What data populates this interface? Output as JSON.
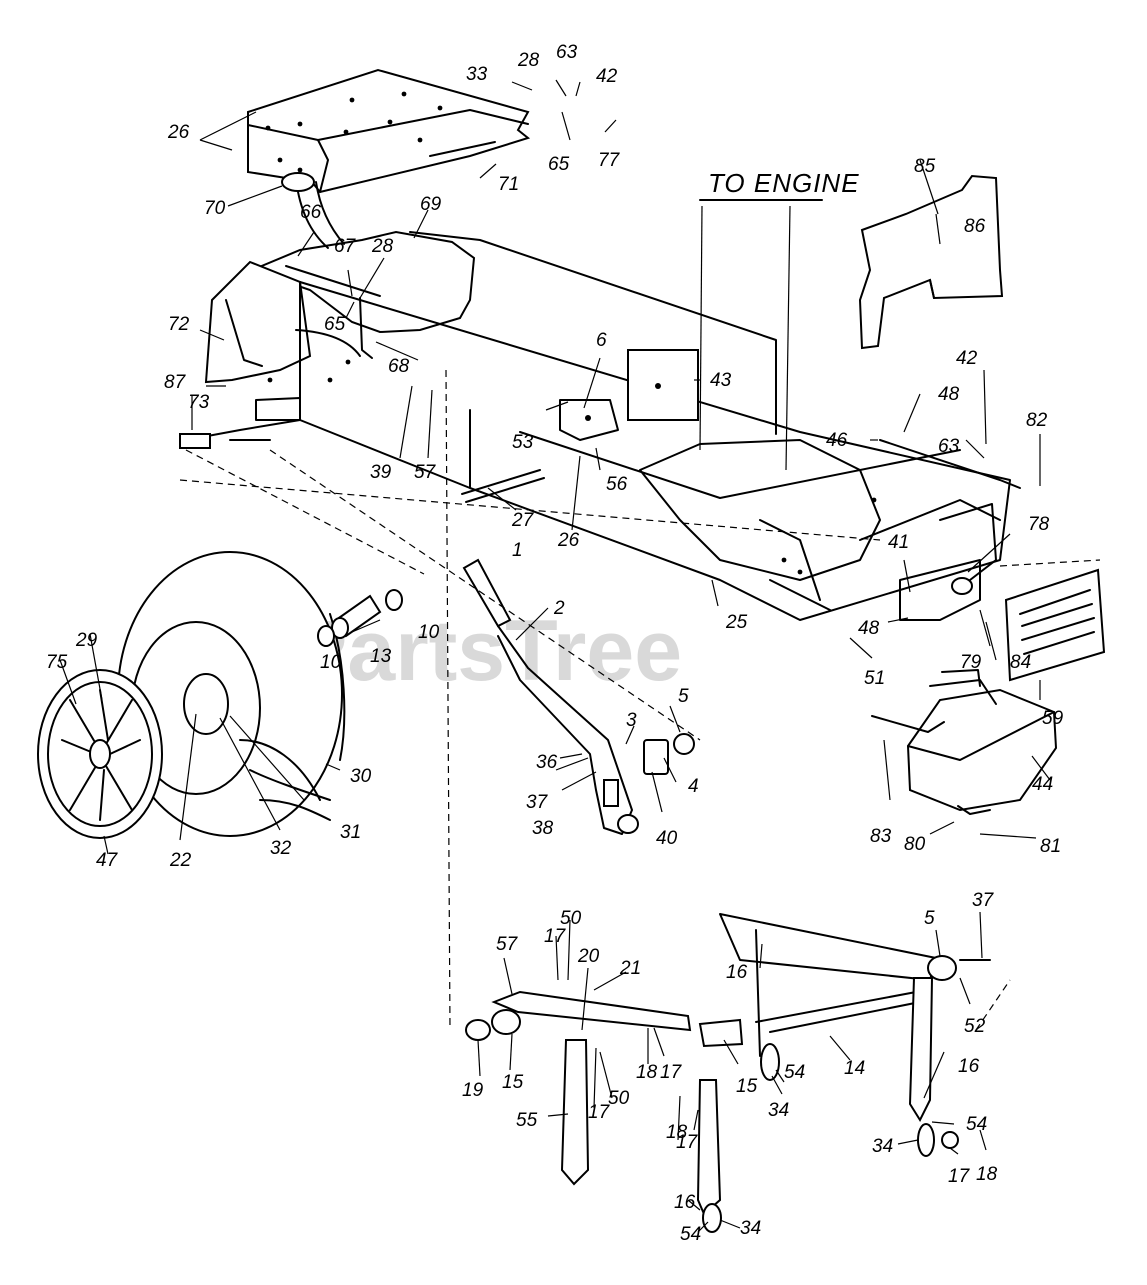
{
  "diagram": {
    "header": "TO ENGINE",
    "watermark": "PartsTree",
    "part_labels": [
      "1",
      "2",
      "3",
      "4",
      "5",
      "6",
      "10",
      "13",
      "14",
      "15",
      "16",
      "17",
      "18",
      "19",
      "20",
      "21",
      "22",
      "25",
      "26",
      "27",
      "28",
      "29",
      "30",
      "31",
      "32",
      "33",
      "34",
      "36",
      "37",
      "38",
      "39",
      "40",
      "41",
      "42",
      "43",
      "44",
      "46",
      "47",
      "48",
      "50",
      "51",
      "52",
      "53",
      "54",
      "55",
      "56",
      "57",
      "59",
      "63",
      "65",
      "66",
      "67",
      "68",
      "69",
      "70",
      "71",
      "72",
      "73",
      "75",
      "77",
      "78",
      "79",
      "80",
      "81",
      "82",
      "83",
      "84",
      "85",
      "86",
      "87"
    ]
  }
}
